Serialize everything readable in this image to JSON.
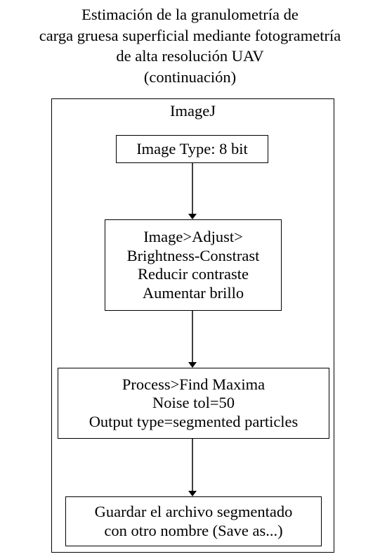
{
  "title": {
    "lines": [
      "Estimación de la granulometría de",
      "carga gruesa superficial mediante fotogrametría",
      "de alta resolución UAV",
      "(continuación)"
    ]
  },
  "container": {
    "label": "ImageJ"
  },
  "steps": [
    {
      "lines": [
        "Image Type: 8 bit"
      ]
    },
    {
      "lines": [
        "Image>Adjust>",
        "Brightness-Constrast",
        "Reducir contraste",
        "Aumentar brillo"
      ]
    },
    {
      "lines": [
        "Process>Find Maxima",
        "Noise tol=50",
        "Output type=segmented particles"
      ]
    },
    {
      "lines": [
        "Guardar el archivo segmentado",
        "con otro nombre (Save as...)"
      ]
    }
  ]
}
